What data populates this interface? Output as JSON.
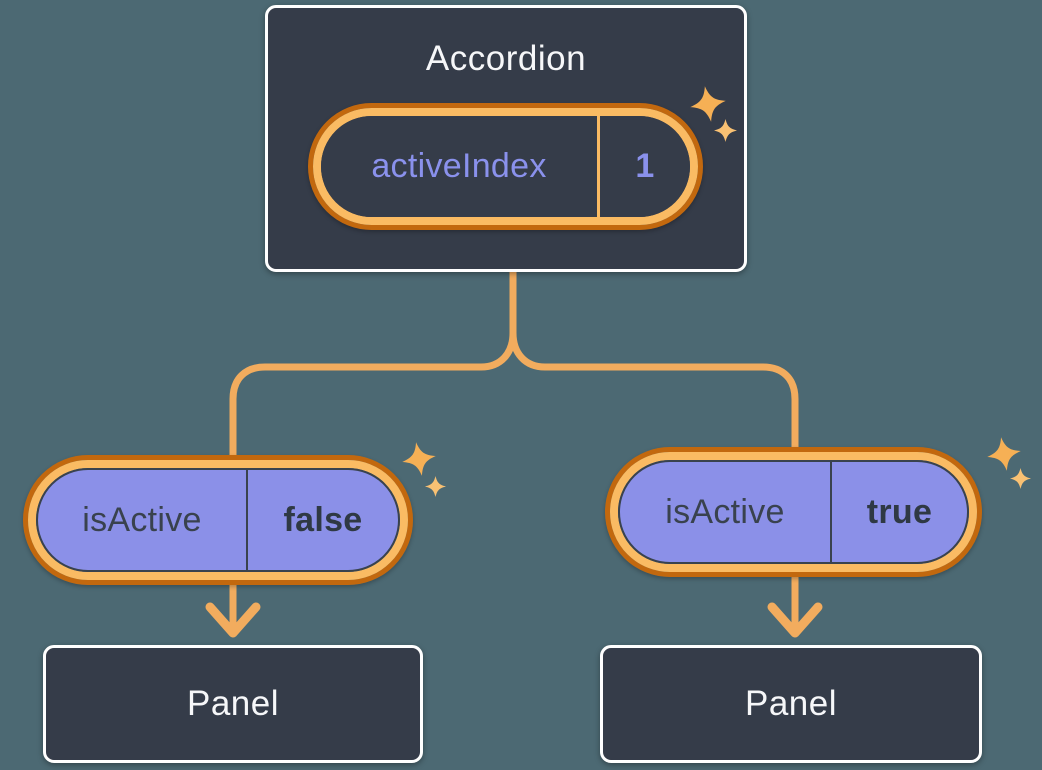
{
  "colors": {
    "bg": "#4C6973",
    "node_bg": "#353C49",
    "node_border": "#FFFFFF",
    "node_text": "#F6F7F9",
    "state_name_text": "#8A91EC",
    "ring_outer": "#C2680E",
    "ring_inner": "#FABB63",
    "pill_fill": "#8B90E8",
    "pill_outline": "#39424E",
    "pill_text": "#39424E",
    "pill_value_text": "#2F3944",
    "connector": "#F2AC5E",
    "sparkle_large": "#F6B055",
    "sparkle_small": "#F9C173"
  },
  "diagram": {
    "root": {
      "title": "Accordion",
      "state": {
        "name": "activeIndex",
        "value": "1"
      }
    },
    "children": [
      {
        "state": {
          "name": "isActive",
          "value": "false"
        },
        "panel_label": "Panel"
      },
      {
        "state": {
          "name": "isActive",
          "value": "true"
        },
        "panel_label": "Panel"
      }
    ]
  }
}
